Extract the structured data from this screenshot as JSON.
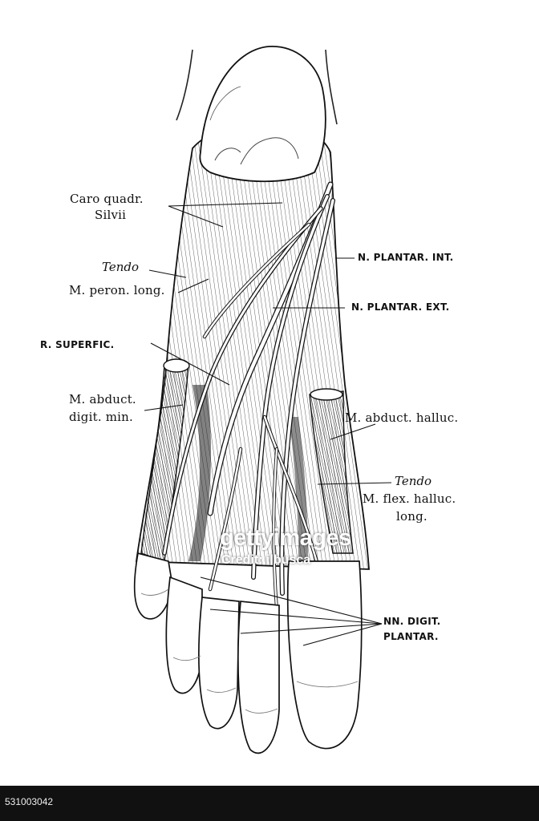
{
  "labels": {
    "caro_quadr_1": "Caro quadr.",
    "caro_quadr_2": "Silvii",
    "tendo_peron_1": "Tendo",
    "tendo_peron_2": "M. peron. long.",
    "r_superfic": "R. SUPERFIC.",
    "abduct_digit_1": "M. abduct.",
    "abduct_digit_2": "digit. min.",
    "n_plantar_int": "N. PLANTAR. INT.",
    "n_plantar_ext": "N. PLANTAR. EXT.",
    "abduct_halluc": "M. abduct. halluc.",
    "tendo_flex_1": "Tendo",
    "tendo_flex_2": "M. flex. halluc.",
    "tendo_flex_3": "long.",
    "nn_digit_1": "NN. DIGIT.",
    "nn_digit_2": "PLANTAR."
  },
  "watermark": {
    "logo_text": "gettyimages",
    "credit": "Credit: ilbusca",
    "logo_text_name": "gettyimages-logo"
  },
  "footer": {
    "stock_id": "531003042"
  },
  "colors": {
    "ink": "#111111",
    "paper": "#ffffff",
    "footer_bg": "#111111"
  }
}
